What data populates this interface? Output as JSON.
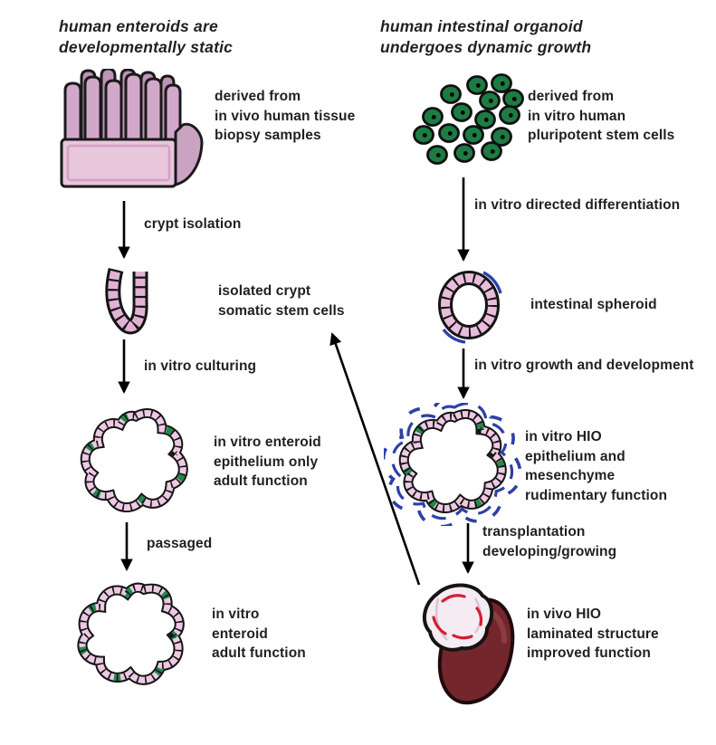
{
  "figure": {
    "left": {
      "title": "human enteroids are\ndevelopmentally static",
      "stage1_label": "derived from\nin vivo human tissue\nbiopsy samples",
      "arrow1_label": "crypt isolation",
      "stage2_label": "isolated crypt\nsomatic stem cells",
      "arrow2_label": "in vitro culturing",
      "stage3_label": "in vitro enteroid\nepithelium only\nadult function",
      "arrow3_label": "passaged",
      "stage4_label": "in vitro\nenteroid\nadult function"
    },
    "right": {
      "title": "human intestinal organoid\nundergoes dynamic growth",
      "stage1_label": "derived from\nin vitro human\npluripotent stem cells",
      "arrow1_label": "in vitro directed differentiation",
      "stage2_label": "intestinal spheroid",
      "arrow2_label": "in vitro growth and development",
      "arrow3_label": "transplantation\ndeveloping/growing",
      "stage3_label": "in vitro HIO\nepithelium and mesenchyme\nrudimentary function",
      "stage4_label": "in vivo HIO\nlaminated structure\nimproved function"
    },
    "illustrations": {
      "left_stage1": "intestinal-tissue-villi",
      "left_stage2": "isolated-crypt",
      "left_stage3": "enteroid-cyst",
      "left_stage4": "passaged-enteroid-cyst",
      "right_stage1": "pluripotent-stem-cell-cluster",
      "right_stage2": "intestinal-spheroid-ring",
      "right_stage3": "hio-with-mesenchyme",
      "right_stage4": "hio-graft-on-kidney"
    },
    "colors": {
      "text": "#231f20",
      "epithelium_pink": "#e9c2dc",
      "outline_black": "#1a1a1a",
      "stem_cell_green": "#1d7c43",
      "mesenchyme_blue": "#2d3fa8",
      "vessel_red": "#d12030",
      "kidney_dark_red": "#73262b",
      "background": "#ffffff"
    }
  }
}
